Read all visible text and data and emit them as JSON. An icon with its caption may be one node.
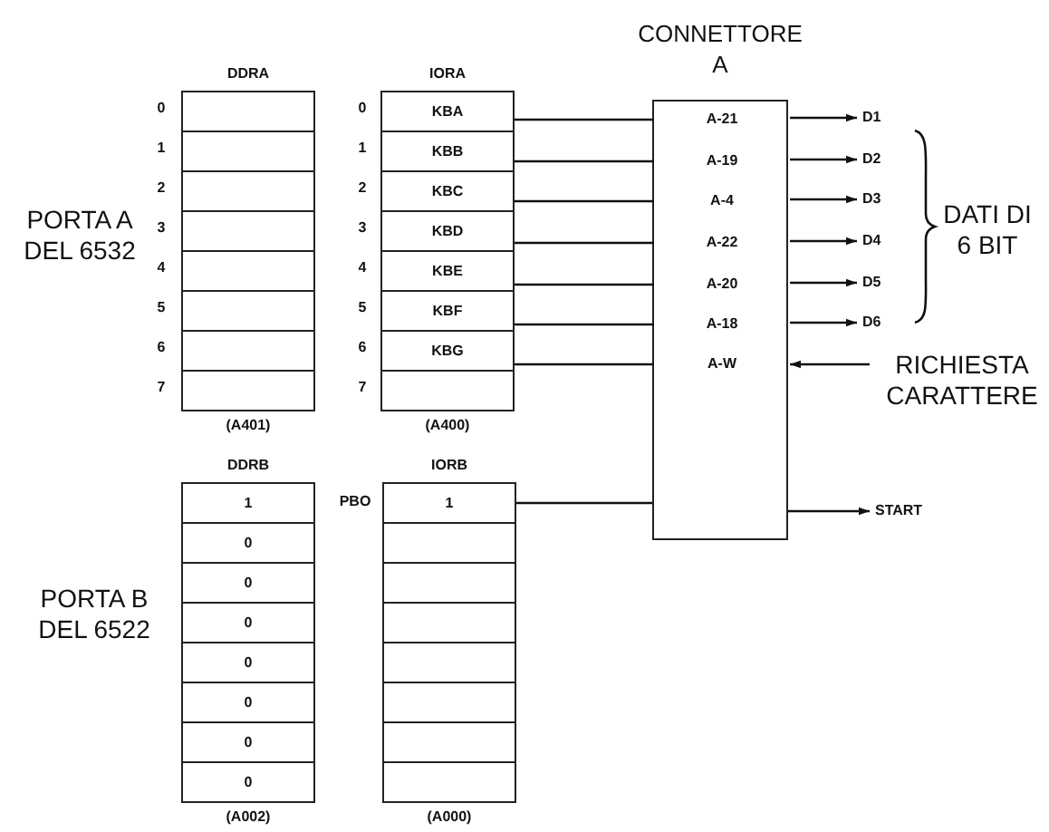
{
  "diagram": {
    "nodes": [
      {
        "text": [
          "DDRA"
        ],
        "beside": [
          "(A401)"
        ]
      },
      {
        "text": [],
        "shape": "box",
        "in": 0
      },
      {
        "text": [],
        "shape": "box",
        "in": 0
      },
      {
        "text": [],
        "shape": "box",
        "in": 0
      },
      {
        "text": [],
        "shape": "box",
        "in": 0
      },
      {
        "text": [],
        "shape": "box",
        "in": 0
      },
      {
        "text": [],
        "shape": "box",
        "in": 0
      },
      {
        "text": [],
        "shape": "box",
        "in": 0
      },
      {
        "text": [],
        "shape": "box",
        "in": 0
      },
      {
        "text": [
          "IORA"
        ],
        "beside": [
          "(A400)"
        ]
      },
      {
        "text": [
          "KBA"
        ],
        "in": 9
      },
      {
        "text": [
          "KBB"
        ],
        "in": 9
      },
      {
        "text": [
          "KBC"
        ],
        "in": 9
      },
      {
        "text": [
          "KBD"
        ],
        "in": 9
      },
      {
        "text": [
          "KBE"
        ],
        "in": 9
      },
      {
        "text": [
          "KBF"
        ],
        "in": 9
      },
      {
        "text": [
          "KBG"
        ],
        "in": 9
      },
      {
        "text": [],
        "shape": "box",
        "in": 9
      },
      {
        "text": [
          "CONNETTORE A"
        ]
      },
      {
        "text": [
          "A-21"
        ],
        "in": 18
      },
      {
        "text": [
          "A-19"
        ],
        "in": 18
      },
      {
        "text": [
          "A-4"
        ],
        "in": 18
      },
      {
        "text": [
          "A-22"
        ],
        "in": 18
      },
      {
        "text": [
          "A-20"
        ],
        "in": 18
      },
      {
        "text": [
          "A-18"
        ],
        "in": 18
      },
      {
        "text": [
          "A-W"
        ],
        "in": 18
      },
      {
        "text": [
          "D1"
        ]
      },
      {
        "text": [
          "D2"
        ]
      },
      {
        "text": [
          "D3"
        ]
      },
      {
        "text": [
          "D4"
        ]
      },
      {
        "text": [
          "D5"
        ]
      },
      {
        "text": [
          "D6"
        ]
      },
      {
        "text": [
          "RICHIESTA CARATTERE"
        ]
      },
      {
        "text": [
          "DDRB"
        ],
        "beside": [
          "(A002)"
        ]
      },
      {
        "text": [
          "1"
        ],
        "in": 33
      },
      {
        "text": [
          "0"
        ],
        "in": 33
      },
      {
        "text": [
          "0"
        ],
        "in": 33
      },
      {
        "text": [
          "0"
        ],
        "in": 33
      },
      {
        "text": [
          "0"
        ],
        "in": 33
      },
      {
        "text": [
          "0"
        ],
        "in": 33
      },
      {
        "text": [
          "0"
        ],
        "in": 33
      },
      {
        "text": [
          "0"
        ],
        "in": 33
      },
      {
        "text": [
          "IORB"
        ],
        "beside": [
          "(A000)"
        ]
      },
      {
        "text": [
          "1"
        ],
        "in": 42
      },
      {
        "text": [],
        "shape": "box",
        "in": 42
      },
      {
        "text": [],
        "shape": "box",
        "in": 42
      },
      {
        "text": [],
        "shape": "box",
        "in": 42
      },
      {
        "text": [],
        "shape": "box",
        "in": 42
      },
      {
        "text": [],
        "shape": "box",
        "in": 42
      },
      {
        "text": [],
        "shape": "box",
        "in": 42
      },
      {
        "text": [],
        "shape": "box",
        "in": 42
      },
      {
        "text": [
          "START"
        ]
      }
    ],
    "edges": [
      {
        "from": 10,
        "to": 19,
        "arrow": "none"
      },
      {
        "from": 11,
        "to": 20,
        "arrow": "none"
      },
      {
        "from": 12,
        "to": 21,
        "arrow": "none"
      },
      {
        "from": 13,
        "to": 22,
        "arrow": "none"
      },
      {
        "from": 14,
        "to": 23,
        "arrow": "none"
      },
      {
        "from": 15,
        "to": 24,
        "arrow": "none"
      },
      {
        "from": 16,
        "to": 25,
        "arrow": "none"
      },
      {
        "from": 19,
        "to": 26,
        "arrow": "to"
      },
      {
        "from": 20,
        "to": 27,
        "arrow": "to"
      },
      {
        "from": 21,
        "to": 28,
        "arrow": "to"
      },
      {
        "from": 22,
        "to": 29,
        "arrow": "to"
      },
      {
        "from": 23,
        "to": 30,
        "arrow": "to"
      },
      {
        "from": 24,
        "to": 31,
        "arrow": "to"
      },
      {
        "from": 32,
        "to": 25,
        "arrow": "to"
      },
      {
        "from": 43,
        "to": 18,
        "arrow": "none"
      },
      {
        "from": 18,
        "to": 51,
        "arrow": "to"
      }
    ],
    "labels": [
      "0",
      "1",
      "2",
      "3",
      "4",
      "5",
      "6",
      "7",
      "0",
      "1",
      "2",
      "3",
      "4",
      "5",
      "6",
      "7",
      "PORTA A DEL 6532",
      "DATI DI 6 BIT",
      "PBO",
      "PORTA B DEL 6522"
    ]
  }
}
